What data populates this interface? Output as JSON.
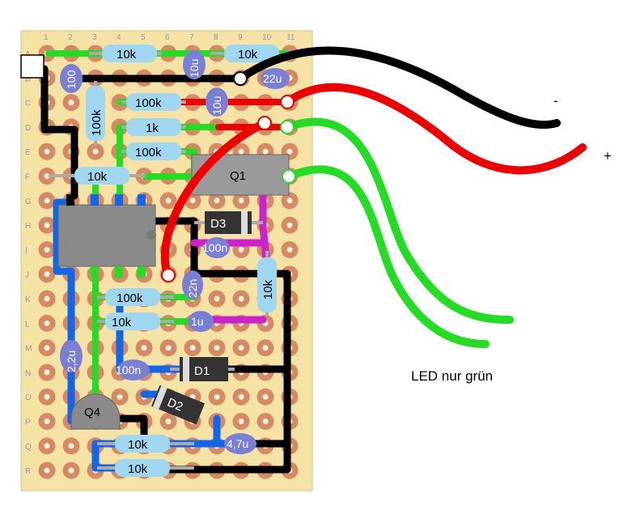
{
  "board": {
    "columns": [
      "1",
      "2",
      "3",
      "4",
      "5",
      "6",
      "7",
      "8",
      "9",
      "10",
      "11"
    ],
    "rows": [
      "A",
      "B",
      "C",
      "D",
      "E",
      "F",
      "G",
      "H",
      "I",
      "J",
      "K",
      "L",
      "M",
      "N",
      "O",
      "P",
      "Q",
      "R"
    ]
  },
  "colors": {
    "board": "#f5e3a6",
    "pad": "#d58a64",
    "track_black": "#000000",
    "track_green": "#22dd22",
    "track_blue": "#1166ee",
    "track_magenta": "#cc22cc",
    "wire_red": "#ee0000",
    "resistor": "#9fd6f0",
    "capacitor": "#7a7fd6",
    "ic": "#8a8a8a",
    "diode": "#333333"
  },
  "components": {
    "r1": "10k",
    "r2": "10k",
    "r3": "100k",
    "r4": "100k",
    "r5": "1k",
    "r6": "100k",
    "r7": "10k",
    "r8": "10k",
    "r9": "100k",
    "r10": "10k",
    "r11": "10k",
    "r12": "10k",
    "c1": "100",
    "c2": "10u",
    "c3": "10u",
    "c4": "22u",
    "c5": "100n",
    "c6": "22n",
    "c7": "1u",
    "c8": "2,2u",
    "c9": "100n",
    "c10": "4,7u",
    "d1": "D1",
    "d2": "D2",
    "d3": "D3",
    "q1": "Q1",
    "q4": "Q4"
  },
  "labels": {
    "caption": "LED nur grün",
    "minus": "-",
    "plus": "+"
  }
}
